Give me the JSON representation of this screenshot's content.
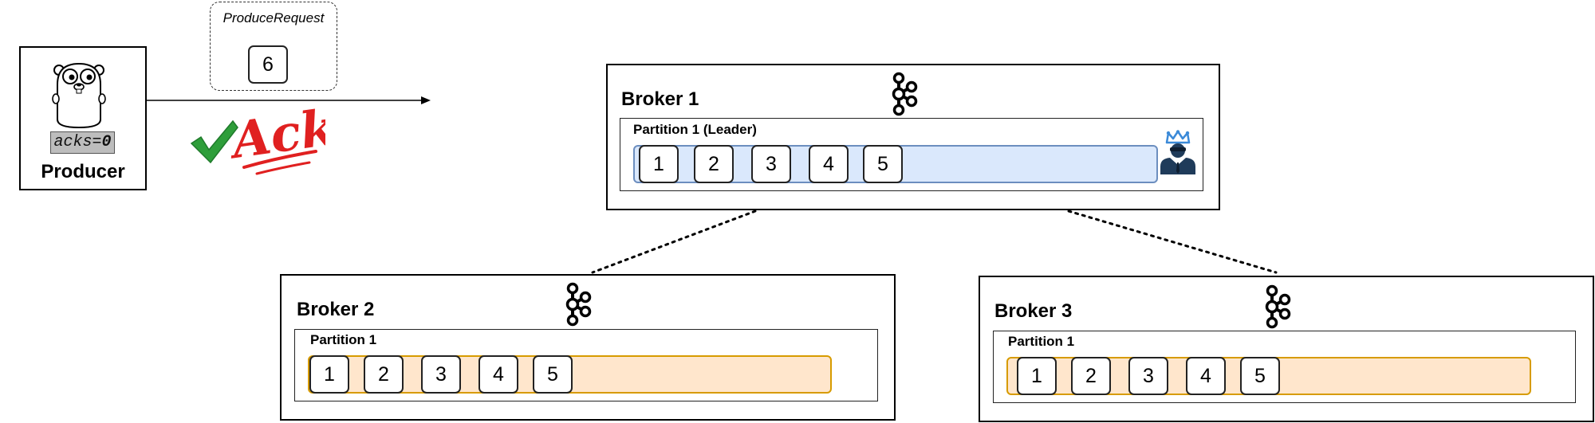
{
  "producer": {
    "label": "Producer",
    "acks_prefix": "acks=",
    "acks_value": "0"
  },
  "request": {
    "label": "ProduceRequest",
    "message": "6"
  },
  "ack": {
    "text": "Ack",
    "color": "#e02020",
    "check_color": "#2e9e3a"
  },
  "brokers": [
    {
      "title": "Broker 1",
      "partition": "Partition 1 (Leader)",
      "messages": [
        "1",
        "2",
        "3",
        "4",
        "5"
      ],
      "role": "leader"
    },
    {
      "title": "Broker 2",
      "partition": "Partition 1",
      "messages": [
        "1",
        "2",
        "3",
        "4",
        "5"
      ],
      "role": "follower"
    },
    {
      "title": "Broker 3",
      "partition": "Partition 1",
      "messages": [
        "1",
        "2",
        "3",
        "4",
        "5"
      ],
      "role": "follower"
    }
  ],
  "colors": {
    "leader_fill": "#dae8fc",
    "leader_stroke": "#6c8ebf",
    "follower_fill": "#ffe6cc",
    "follower_stroke": "#d79b00",
    "crown": "#3b8ad8",
    "leader_person": "#1f3b5a"
  }
}
